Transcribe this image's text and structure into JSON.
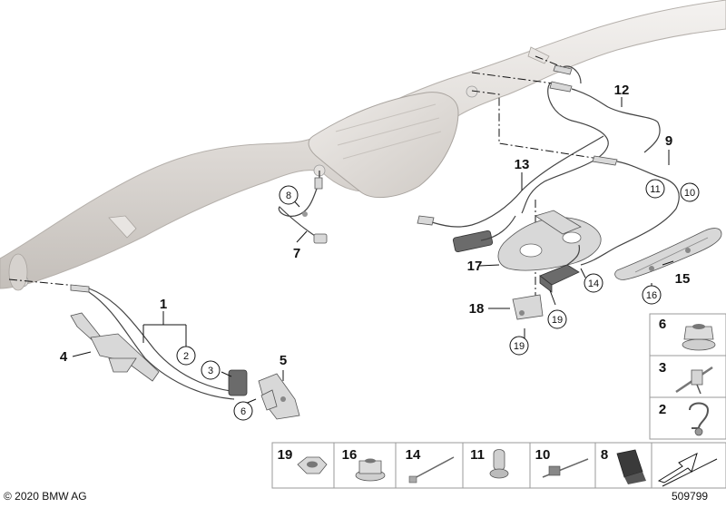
{
  "copyright": "© 2020 BMW AG",
  "diagram_number": "509799",
  "callouts": {
    "c1": "1",
    "c2": "2",
    "c3": "3",
    "c4": "4",
    "c5": "5",
    "c6": "6",
    "c7": "7",
    "c8": "8",
    "c9": "9",
    "c10": "10",
    "c11": "11",
    "c12": "12",
    "c13": "13",
    "c14": "14",
    "c15": "15",
    "c16": "16",
    "c17": "17",
    "c18": "18",
    "c19a": "19",
    "c19b": "19"
  },
  "side_panel": [
    {
      "id": "6",
      "icon": "flange-nut-icon"
    },
    {
      "id": "3",
      "icon": "cable-holder-icon"
    },
    {
      "id": "2",
      "icon": "pipe-clamp-icon"
    }
  ],
  "bottom_panel": [
    {
      "id": "19",
      "icon": "hex-nut-icon"
    },
    {
      "id": "16",
      "icon": "collar-nut-icon"
    },
    {
      "id": "14",
      "icon": "cable-tie-icon"
    },
    {
      "id": "11",
      "icon": "cable-clip-icon"
    },
    {
      "id": "10",
      "icon": "cable-tie-anchor-icon"
    },
    {
      "id": "8",
      "icon": "grommet-clip-icon"
    },
    {
      "id": "",
      "icon": "direction-arrow-icon"
    }
  ]
}
